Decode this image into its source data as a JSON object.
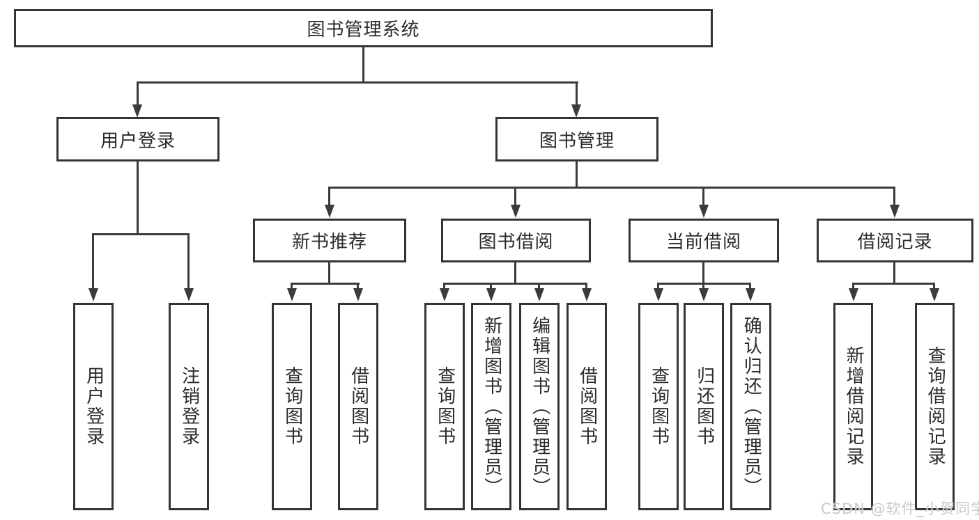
{
  "diagram": {
    "root": {
      "label": "图书管理系统"
    },
    "level2": [
      {
        "label": "用户登录"
      },
      {
        "label": "图书管理"
      }
    ],
    "level3": [
      {
        "label": "新书推荐"
      },
      {
        "label": "图书借阅"
      },
      {
        "label": "当前借阅"
      },
      {
        "label": "借阅记录"
      }
    ],
    "leaves": {
      "user_login": [
        {
          "label": "用户登录"
        },
        {
          "label": "注销登录"
        }
      ],
      "new_book": [
        {
          "label": "查询图书"
        },
        {
          "label": "借阅图书"
        }
      ],
      "book_borrow": [
        {
          "label": "查询图书"
        },
        {
          "label": "新增图书（管理员）"
        },
        {
          "label": "编辑图书（管理员）"
        },
        {
          "label": "借阅图书"
        }
      ],
      "current_borrow": [
        {
          "label": "查询图书"
        },
        {
          "label": "归还图书"
        },
        {
          "label": "确认归还（管理员）"
        }
      ],
      "borrow_record": [
        {
          "label": "新增借阅记录"
        },
        {
          "label": "查询借阅记录"
        }
      ]
    }
  },
  "watermark": {
    "text": "CSDN @软件_小贺同学"
  },
  "colors": {
    "line": "#3b3b3b",
    "box_border": "#343434",
    "text": "#2b2b2b",
    "background": "#ffffff",
    "watermark": "#c9c9c9"
  }
}
